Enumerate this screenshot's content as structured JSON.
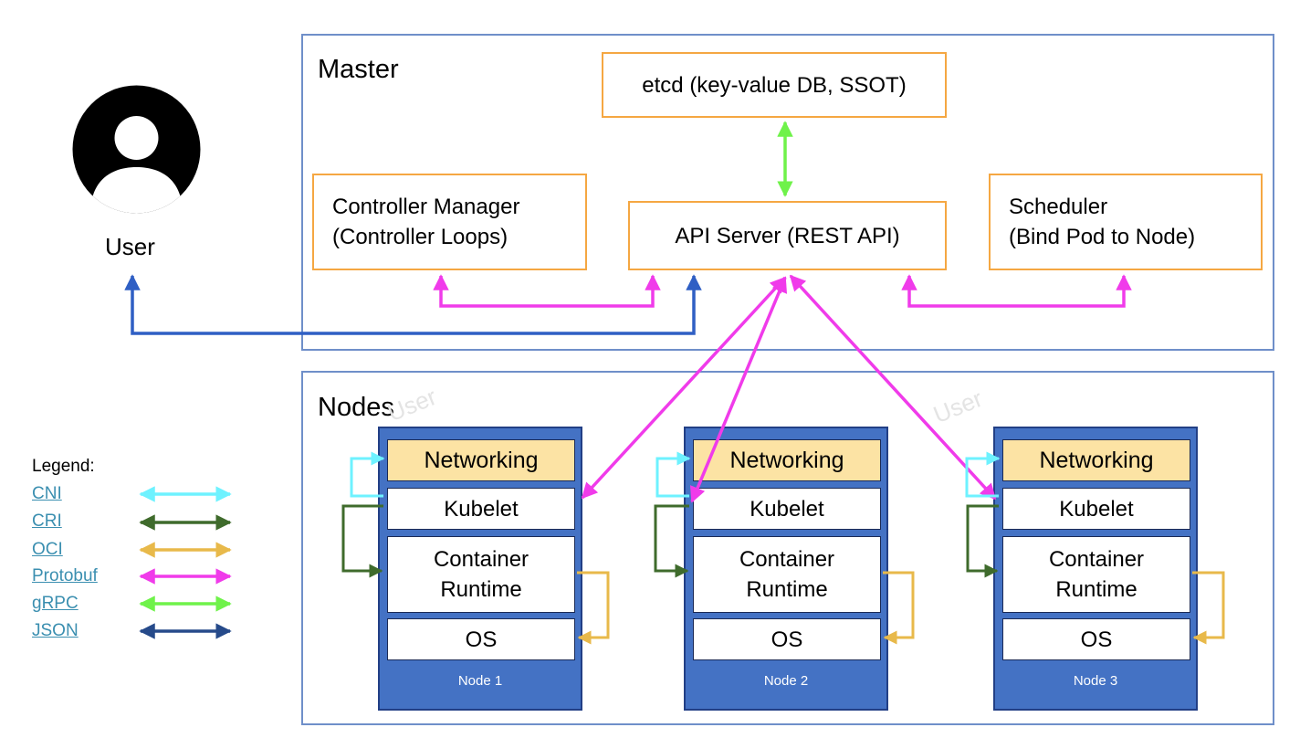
{
  "master": {
    "title": "Master",
    "etcd": "etcd (key-value DB, SSOT)",
    "controller_manager": [
      "Controller Manager",
      "(Controller Loops)"
    ],
    "api_server": "API Server (REST API)",
    "scheduler": [
      "Scheduler",
      "(Bind Pod to Node)"
    ]
  },
  "user": {
    "label": "User",
    "icon": "user-avatar-icon"
  },
  "nodes": {
    "title": "Nodes",
    "watermarks": [
      "User",
      "User"
    ],
    "items": [
      {
        "label": "Node 1",
        "layers": {
          "networking": "Networking",
          "kubelet": "Kubelet",
          "runtime": [
            "Container",
            "Runtime"
          ],
          "os": "OS"
        }
      },
      {
        "label": "Node 2",
        "layers": {
          "networking": "Networking",
          "kubelet": "Kubelet",
          "runtime": [
            "Container",
            "Runtime"
          ],
          "os": "OS"
        }
      },
      {
        "label": "Node 3",
        "layers": {
          "networking": "Networking",
          "kubelet": "Kubelet",
          "runtime": [
            "Container",
            "Runtime"
          ],
          "os": "OS"
        }
      }
    ]
  },
  "legend": {
    "title": "Legend:",
    "items": [
      {
        "label": "CNI",
        "color": "#6ef2ff"
      },
      {
        "label": "CRI",
        "color": "#3f6b2c"
      },
      {
        "label": "OCI",
        "color": "#e8b94a"
      },
      {
        "label": "Protobuf",
        "color": "#f03bea"
      },
      {
        "label": "gRPC",
        "color": "#6ff24a"
      },
      {
        "label": "JSON",
        "color": "#264a8a"
      }
    ]
  },
  "colors": {
    "panel_border": "#6f8fc9",
    "component_border": "#f5a742",
    "node_fill": "#4472c4",
    "networking_fill": "#fce3a4",
    "user_link": "#2f5fc4"
  }
}
